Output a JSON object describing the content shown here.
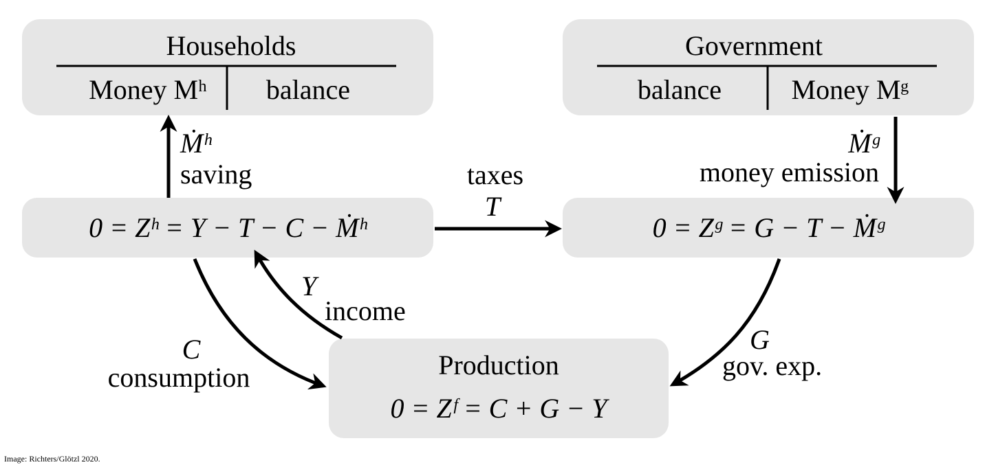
{
  "households": {
    "title": "Households",
    "left": "Money Mʰ",
    "right": "balance"
  },
  "government": {
    "title": "Government",
    "left": "balance",
    "right": "Money Mᵍ"
  },
  "households_eq": "0 = Zʰ = Y − T − C − Ṁʰ",
  "government_eq": "0 = Zᵍ = G − T − Ṁᵍ",
  "production": {
    "title": "Production",
    "eq": "0 = Zᶠ = C + G − Y"
  },
  "flows": {
    "saving": {
      "symbol": "Ṁʰ",
      "label": "saving"
    },
    "taxes": {
      "label": "taxes",
      "symbol": "T"
    },
    "emission": {
      "symbol": "Ṁᵍ",
      "label": "money emission"
    },
    "income": {
      "symbol": "Y",
      "label": "income"
    },
    "consumption": {
      "symbol": "C",
      "label": "consumption"
    },
    "gov_exp": {
      "symbol": "G",
      "label": "gov. exp."
    }
  },
  "caption": "Image: Richters/Glötzl 2020."
}
